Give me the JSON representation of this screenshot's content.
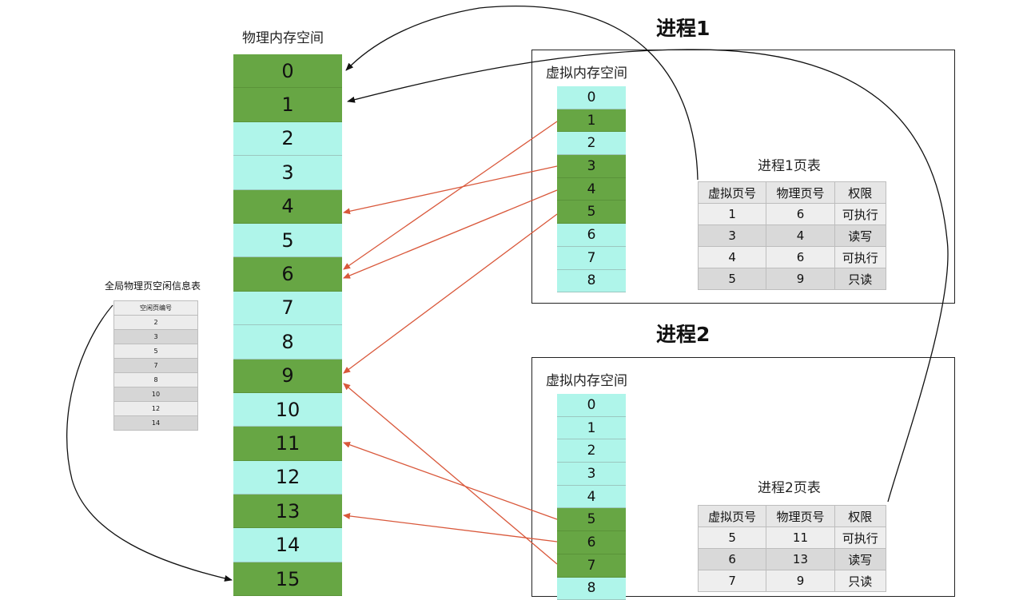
{
  "physical_label": "物理内存空间",
  "physical_pages": [
    {
      "n": "0",
      "used": true
    },
    {
      "n": "1",
      "used": true
    },
    {
      "n": "2",
      "used": false
    },
    {
      "n": "3",
      "used": false
    },
    {
      "n": "4",
      "used": true
    },
    {
      "n": "5",
      "used": false
    },
    {
      "n": "6",
      "used": true
    },
    {
      "n": "7",
      "used": false
    },
    {
      "n": "8",
      "used": false
    },
    {
      "n": "9",
      "used": true
    },
    {
      "n": "10",
      "used": false
    },
    {
      "n": "11",
      "used": true
    },
    {
      "n": "12",
      "used": false
    },
    {
      "n": "13",
      "used": true
    },
    {
      "n": "14",
      "used": false
    },
    {
      "n": "15",
      "used": true
    }
  ],
  "free_table": {
    "title": "全局物理页空闲信息表",
    "header": "空闲页编号",
    "rows": [
      "2",
      "3",
      "5",
      "7",
      "8",
      "10",
      "12",
      "14"
    ]
  },
  "process1": {
    "title": "进程1",
    "virtual_label": "虚拟内存空间",
    "virtual_pages": [
      {
        "n": "0",
        "used": false
      },
      {
        "n": "1",
        "used": true
      },
      {
        "n": "2",
        "used": false
      },
      {
        "n": "3",
        "used": true
      },
      {
        "n": "4",
        "used": true
      },
      {
        "n": "5",
        "used": true
      },
      {
        "n": "6",
        "used": false
      },
      {
        "n": "7",
        "used": false
      },
      {
        "n": "8",
        "used": false
      }
    ],
    "page_table": {
      "title": "进程1页表",
      "headers": [
        "虚拟页号",
        "物理页号",
        "权限"
      ],
      "rows": [
        [
          "1",
          "6",
          "可执行"
        ],
        [
          "3",
          "4",
          "读写"
        ],
        [
          "4",
          "6",
          "可执行"
        ],
        [
          "5",
          "9",
          "只读"
        ]
      ]
    }
  },
  "process2": {
    "title": "进程2",
    "virtual_label": "虚拟内存空间",
    "virtual_pages": [
      {
        "n": "0",
        "used": false
      },
      {
        "n": "1",
        "used": false
      },
      {
        "n": "2",
        "used": false
      },
      {
        "n": "3",
        "used": false
      },
      {
        "n": "4",
        "used": false
      },
      {
        "n": "5",
        "used": true
      },
      {
        "n": "6",
        "used": true
      },
      {
        "n": "7",
        "used": true
      },
      {
        "n": "8",
        "used": false
      }
    ],
    "page_table": {
      "title": "进程2页表",
      "headers": [
        "虚拟页号",
        "物理页号",
        "权限"
      ],
      "rows": [
        [
          "5",
          "11",
          "可执行"
        ],
        [
          "6",
          "13",
          "读写"
        ],
        [
          "7",
          "9",
          "只读"
        ]
      ]
    }
  },
  "colors": {
    "used_page": "#67a644",
    "free_page": "#aff5ea",
    "mapping_arrow": "#d9583b",
    "link_arrow": "#111111"
  }
}
